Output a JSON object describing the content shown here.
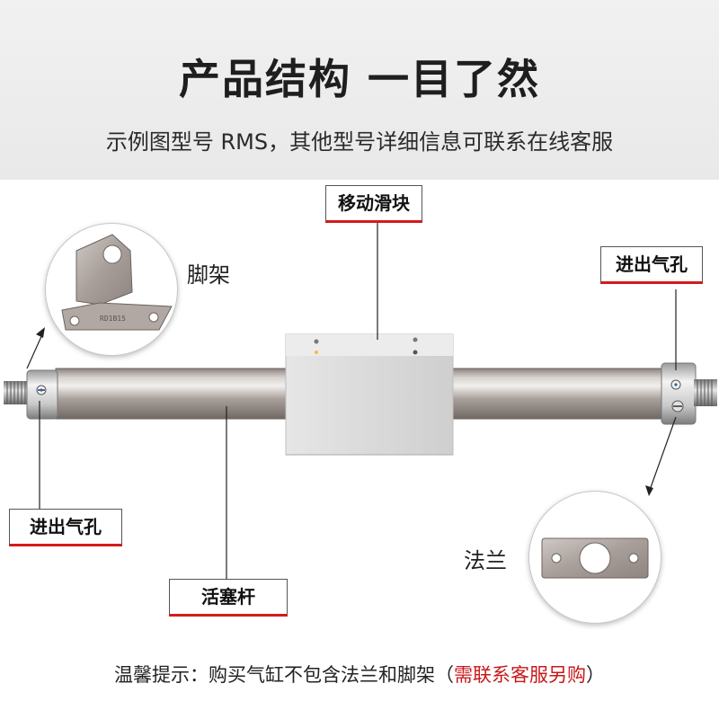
{
  "header": {
    "title": "产品结构 一目了然",
    "subtitle": "示例图型号 RMS，其他型号详细信息可联系在线客服"
  },
  "labels": {
    "slider": "移动滑块",
    "port_right": "进出气孔",
    "port_left": "进出气孔",
    "rod": "活塞杆",
    "bracket": "脚架",
    "flange": "法兰"
  },
  "bracket_marking": "RD1B15",
  "footer": {
    "note": "温馨提示：购买气缸不包含法兰和脚架（",
    "note_red": "需联系客服另购",
    "note_end": "）"
  },
  "colors": {
    "accent_red": "#d31b1b",
    "rod_steel": "#b9b1ad",
    "block_aluminum": "#dcdcdc"
  }
}
